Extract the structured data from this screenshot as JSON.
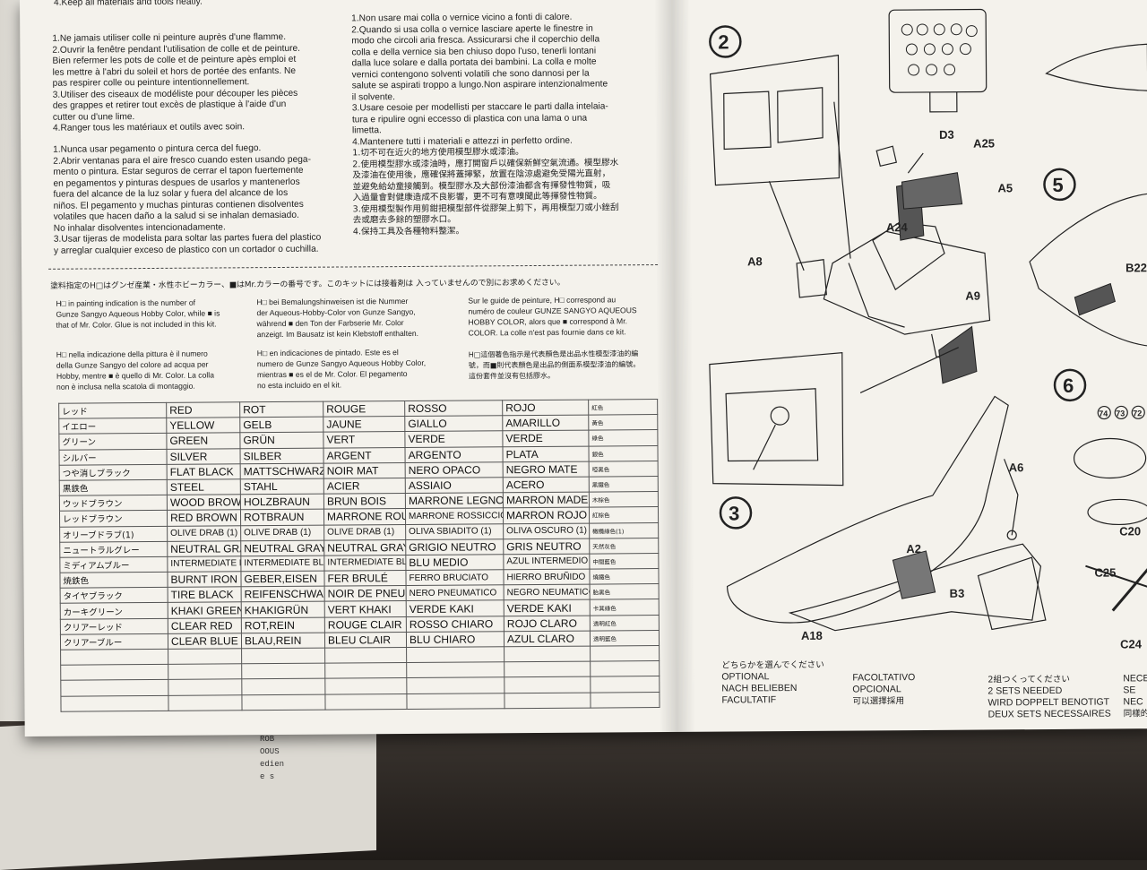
{
  "safety": {
    "en_tail": "4.Keep all materials and tools neatly.",
    "fr": [
      "1.Ne jamais utiliser colle ni peinture auprès d'une flamme.",
      "2.Ouvrir la fenêtre pendant l'utilisation de colle et de peinture.",
      "Bien refermer les pots de colle et de peinture apès emploi et",
      "les mettre à l'abri du soleil et hors de portée des enfants. Ne",
      "pas respirer colle ou peinture intentionnellement.",
      "3.Utiliser des ciseaux de modéliste pour découper les pièces",
      "des grappes et retirer tout excès de plastique à l'aide d'un",
      "cutter ou d'une lime.",
      "4.Ranger tous les matériaux et outils avec soin."
    ],
    "es": [
      "1.Nunca usar pegamento o pintura cerca del fuego.",
      "2.Abrir ventanas para el aire fresco cuando esten usando pega-",
      "mento o pintura. Estar seguros de cerrar el tapon fuertemente",
      "en pegamentos y pinturas despues de usarlos y mantenerlos",
      "fuera del alcance de la luz solar y fuera del alcance de los",
      "niños. El pegamento y muchas pinturas contienen disolventes",
      "volatiles que hacen daño a la salud si se inhalan demasiado.",
      "No inhalar disolventes intencionadamente.",
      "3.Usar tijeras de modelista para soltar las partes fuera del plastico",
      "y arreglar cualquier exceso de plastico con un cortador o cuchilla."
    ],
    "it": [
      "1.Non usare mai colla o vernice vicino a fonti di calore.",
      "2.Quando si usa colla o vernice lasciare aperte le finestre in",
      "modo che circoli aria fresca. Assicurarsi che il coperchio della",
      "colla e della vernice sia ben chiuso dopo l'uso, tenerli lontani",
      "dalla luce solare e dalla portata dei bambini. La colla e molte",
      "vernici contengono solventi volatili che sono dannosi per la",
      "salute se aspirati troppo a lungo.Non aspirare intenzionalmente",
      "il solvente.",
      "3.Usare cesoie per modellisti per staccare le parti dalla intelaia-",
      "tura e ripulire ogni eccesso di plastica con una lama o una",
      "limetta.",
      "4.Mantenere tutti i materiali e attezzi in perfetto ordine."
    ],
    "zh": [
      "1.切不可在近火的地方使用模型膠水或漆油。",
      "2.使用模型膠水或漆油時，應打開窗戶以確保新鮮空氣流通。模型膠水",
      "及漆油在使用後，應確保將蓋擰緊，放置在陰涼處避免受陽光直射，",
      "並避免給幼童接觸到。模型膠水及大部份漆油都含有揮發性物質，吸",
      "入過量會對健康造成不良影響，更不可有意嗅聞此等揮發性物質。",
      "3.使用模型製作用剪鉗把模型部件從膠架上剪下，再用模型刀或小銼刮",
      "去或磨去多餘的塑膠水口。",
      "4.保持工具及各種物料整潔。"
    ]
  },
  "paint_notes": {
    "jp": "塗料指定のH□はグンゼ産業・水性ホビーカラー、■はMr.カラーの番号です。このキットには接着剤は 入っていませんので別にお求めください。",
    "en": [
      "H□ in painting indication is the number of",
      "Gunze Sangyo Aqueous Hobby Color, while ■ is",
      "that of Mr. Color. Glue is not included in this kit."
    ],
    "de": [
      "H□ bei Bemalungshinweisen ist die Nummer",
      "der Aqueous-Hobby-Color von Gunze Sangyo,",
      "während ■ den Ton der Farbserie Mr. Color",
      "anzeigt. Im Bausatz ist kein Klebstoff enthalten."
    ],
    "fr": [
      "Sur le guide de peinture, H□ correspond au",
      "numéro de couleur GUNZE SANGYO AQUEOUS",
      "HOBBY COLOR, alors que ■ correspond à Mr.",
      "COLOR. La colle n'est pas fournie dans ce kit."
    ],
    "it": [
      "H□ nella indicazione della pittura è il numero",
      "della Gunze Sangyo del colore ad acqua per",
      "Hobby, mentre ■ è quello di Mr. Color. La colla",
      "non è inclusa nella scatola di montaggio."
    ],
    "es": [
      "H□ en indicaciones de pintado. Este es el",
      "numero de Gunze Sangyo Aqueous Hobby Color,",
      "mientras ■ es el de Mr. Color. El pegamento",
      "no esta incluido en el kit."
    ],
    "zh": [
      "H□這個著色指示是代表顏色是出品水性模型漆油的編",
      "號，而■則代表顏色是出品的側面系模型漆油的編號。",
      "這份套件並沒有包括膠水。"
    ]
  },
  "color_table": {
    "rows": [
      {
        "jp": "レッド",
        "en": "RED",
        "de": "ROT",
        "fr": "ROUGE",
        "it": "ROSSO",
        "es": "ROJO",
        "zh": "紅色"
      },
      {
        "jp": "イエロー",
        "en": "YELLOW",
        "de": "GELB",
        "fr": "JAUNE",
        "it": "GIALLO",
        "es": "AMARILLO",
        "zh": "黃色"
      },
      {
        "jp": "グリーン",
        "en": "GREEN",
        "de": "GRÜN",
        "fr": "VERT",
        "it": "VERDE",
        "es": "VERDE",
        "zh": "綠色"
      },
      {
        "jp": "シルバー",
        "en": "SILVER",
        "de": "SILBER",
        "fr": "ARGENT",
        "it": "ARGENTO",
        "es": "PLATA",
        "zh": "銀色"
      },
      {
        "jp": "つや消しブラック",
        "en": "FLAT BLACK",
        "de": "MATTSCHWARZ",
        "fr": "NOIR MAT",
        "it": "NERO OPACO",
        "es": "NEGRO MATE",
        "zh": "啞黑色"
      },
      {
        "jp": "黒鉄色",
        "en": "STEEL",
        "de": "STAHL",
        "fr": "ACIER",
        "it": "ASSIAIO",
        "es": "ACERO",
        "zh": "黑鐵色"
      },
      {
        "jp": "ウッドブラウン",
        "en": "WOOD BROWN",
        "de": "HOLZBRAUN",
        "fr": "BRUN BOIS",
        "it": "MARRONE LEGNO",
        "es": "MARRON MADERA",
        "zh": "木棕色"
      },
      {
        "jp": "レッドブラウン",
        "en": "RED BROWN",
        "de": "ROTBRAUN",
        "fr": "MARRONE ROUGE",
        "it": "MARRONE ROSSICCIO",
        "es": "MARRON ROJO",
        "zh": "紅棕色"
      },
      {
        "jp": "オリーブドラブ(1)",
        "en": "OLIVE DRAB (1)",
        "de": "OLIVE DRAB (1)",
        "fr": "OLIVE DRAB (1)",
        "it": "OLIVA SBIADITO (1)",
        "es": "OLIVA OSCURO (1)",
        "zh": "橄欖綠色(1)"
      },
      {
        "jp": "ニュートラルグレー",
        "en": "NEUTRAL GRAY",
        "de": "NEUTRAL GRAY",
        "fr": "NEUTRAL GRAY",
        "it": "GRIGIO NEUTRO",
        "es": "GRIS NEUTRO",
        "zh": "天然灰色"
      },
      {
        "jp": "ミディアムブルー",
        "en": "INTERMEDIATE BLUE",
        "de": "INTERMEDIATE BLUE",
        "fr": "INTERMEDIATE BLUE",
        "it": "BLU MEDIO",
        "es": "AZUL INTERMEDIO",
        "zh": "中間藍色"
      },
      {
        "jp": "焼鉄色",
        "en": "BURNT IRON",
        "de": "GEBER,EISEN",
        "fr": "FER BRULÉ",
        "it": "FERRO BRUCIATO",
        "es": "HIERRO BRUÑIDO",
        "zh": "燒鐵色"
      },
      {
        "jp": "タイヤブラック",
        "en": "TIRE BLACK",
        "de": "REIFENSCHWARZ",
        "fr": "NOIR DE PNEU",
        "it": "NERO PNEUMATICO",
        "es": "NEGRO NEUMATICO",
        "zh": "胎黑色"
      },
      {
        "jp": "カーキグリーン",
        "en": "KHAKI GREEN",
        "de": "KHAKIGRÜN",
        "fr": "VERT KHAKI",
        "it": "VERDE KAKI",
        "es": "VERDE KAKI",
        "zh": "卡其綠色"
      },
      {
        "jp": "クリアーレッド",
        "en": "CLEAR RED",
        "de": "ROT,REIN",
        "fr": "ROUGE CLAIR",
        "it": "ROSSO CHIARO",
        "es": "ROJO CLARO",
        "zh": "透明紅色"
      },
      {
        "jp": "クリアーブルー",
        "en": "CLEAR BLUE",
        "de": "BLAU,REIN",
        "fr": "BLEU CLAIR",
        "it": "BLU CHIARO",
        "es": "AZUL CLARO",
        "zh": "透明藍色"
      },
      {
        "jp": "",
        "en": "",
        "de": "",
        "fr": "",
        "it": "",
        "es": "",
        "zh": ""
      },
      {
        "jp": "",
        "en": "",
        "de": "",
        "fr": "",
        "it": "",
        "es": "",
        "zh": ""
      },
      {
        "jp": "",
        "en": "",
        "de": "",
        "fr": "",
        "it": "",
        "es": "",
        "zh": ""
      },
      {
        "jp": "",
        "en": "",
        "de": "",
        "fr": "",
        "it": "",
        "es": "",
        "zh": ""
      }
    ]
  },
  "diagram": {
    "steps": [
      "2",
      "3",
      "5",
      "6"
    ],
    "parts": [
      "D3",
      "A25",
      "A5",
      "A24",
      "A8",
      "A9",
      "A6",
      "A2",
      "B3",
      "A18",
      "B22",
      "C20",
      "C25",
      "C24",
      "74",
      "73",
      "72"
    ]
  },
  "legend": {
    "optional": [
      "どちらかを選んでください",
      "OPTIONAL",
      "NACH BELIEBEN",
      "FACULTATIF"
    ],
    "optional2": [
      "FACOLTATIVO",
      "OPCIONAL",
      "可以選擇採用"
    ],
    "two_sets": [
      "2組つくってください",
      "2 SETS NEEDED",
      "WIRD DOPPELT BENOTIGT",
      "DEUX SETS NECESSAIRES"
    ],
    "cut": [
      "NECES",
      "SE NEC",
      "同樣的"
    ]
  },
  "scrap": [
    "ROB",
    "OOUS",
    "edien",
    "e s"
  ]
}
